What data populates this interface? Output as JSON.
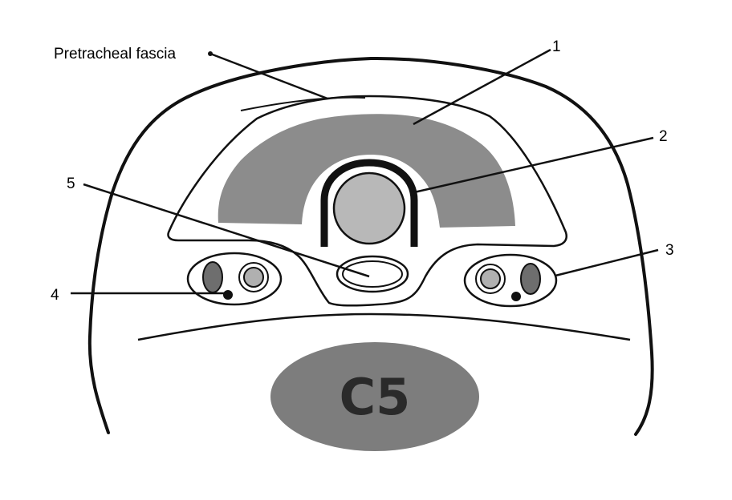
{
  "labels": {
    "fascia": "Pretracheal fascia",
    "n1": "1",
    "n2": "2",
    "n3": "3",
    "n4": "4",
    "n5": "5",
    "vertebra": "C5"
  },
  "colors": {
    "outline": "#111111",
    "thyroid": "#8c8c8c",
    "trachea_fill": "#b8b8b8",
    "vessel_dark": "#6e6e6e",
    "vertebra": "#7d7d7d",
    "background": "#ffffff"
  }
}
